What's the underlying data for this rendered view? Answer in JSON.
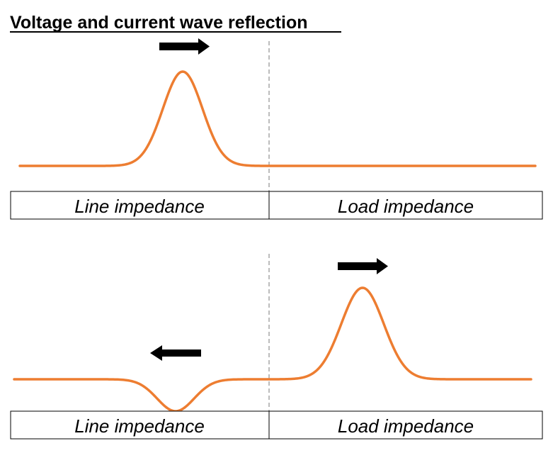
{
  "title": "Voltage and current wave reflection",
  "colors": {
    "wave": "#ED7D31",
    "arrow": "#000000",
    "boundary": "#A6A6A6"
  },
  "panels": [
    {
      "id": "incident",
      "left_label": "Line impedance",
      "right_label": "Load impedance",
      "pulses": [
        {
          "name": "incident-pulse",
          "direction": "right",
          "polarity": "positive",
          "relative_amplitude": 1.0
        }
      ]
    },
    {
      "id": "reflected-transmitted",
      "left_label": "Line impedance",
      "right_label": "Load impedance",
      "pulses": [
        {
          "name": "reflected-pulse",
          "direction": "left",
          "polarity": "negative",
          "relative_amplitude": 0.28
        },
        {
          "name": "transmitted-pulse",
          "direction": "right",
          "polarity": "positive",
          "relative_amplitude": 0.97
        }
      ]
    }
  ]
}
